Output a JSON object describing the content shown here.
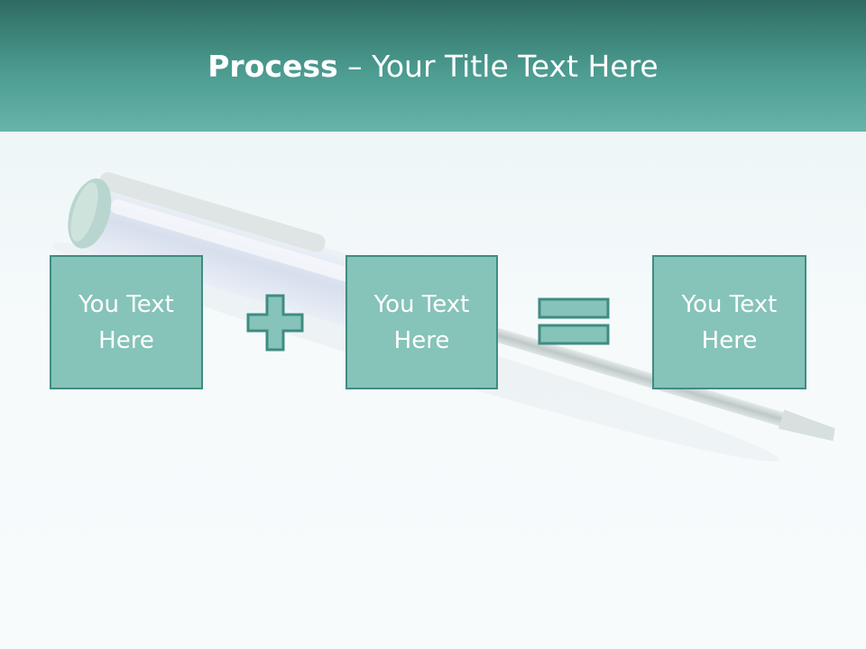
{
  "header": {
    "title_bold": "Process",
    "title_rest": " – Your Title Text Here"
  },
  "process": {
    "boxes": [
      {
        "label": "You Text Here"
      },
      {
        "label": "You Text Here"
      },
      {
        "label": "You Text Here"
      }
    ],
    "operators": [
      "plus-icon",
      "equals-icon"
    ]
  },
  "colors": {
    "header_dark": "#2e6b61",
    "header_light": "#67b4aa",
    "box_fill": "#86c3b9",
    "box_border": "#3f8c82",
    "text": "#ffffff"
  }
}
